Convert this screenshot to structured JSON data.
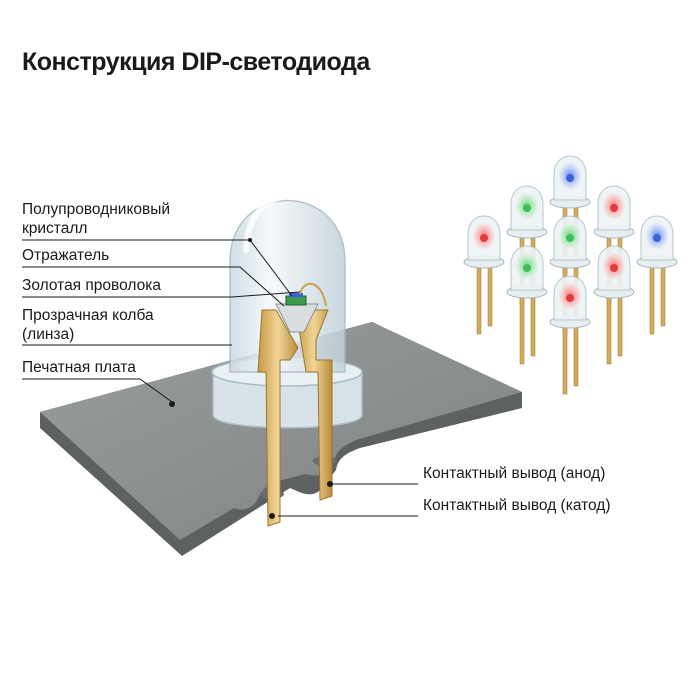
{
  "title": "Конструкция DIP-светодиода",
  "labels": {
    "semiconductor_line1": "Полупроводниковый",
    "semiconductor_line2": "кристалл",
    "reflector": "Отражатель",
    "gold_wire": "Золотая проволока",
    "lens_line1": "Прозрачная колба",
    "lens_line2": "(линза)",
    "pcb": "Печатная плата",
    "anode": "Контактный вывод (анод)",
    "cathode": "Контактный вывод (катод)"
  },
  "colors": {
    "pcb": "#8c8f90",
    "pcb_edge": "#5e6162",
    "lead": "#d9b76a",
    "lens": "#dde8ec",
    "chip": "#3f9a4c",
    "led_red": "#e23b3b",
    "led_green": "#3fbf5a",
    "led_blue": "#3a63d8"
  },
  "small_leds": [
    {
      "color": "led_blue"
    },
    {
      "color": "led_green"
    },
    {
      "color": "led_red"
    },
    {
      "color": "led_red"
    },
    {
      "color": "led_green"
    },
    {
      "color": "led_blue"
    },
    {
      "color": "led_green"
    },
    {
      "color": "led_red"
    },
    {
      "color": "led_red"
    }
  ]
}
